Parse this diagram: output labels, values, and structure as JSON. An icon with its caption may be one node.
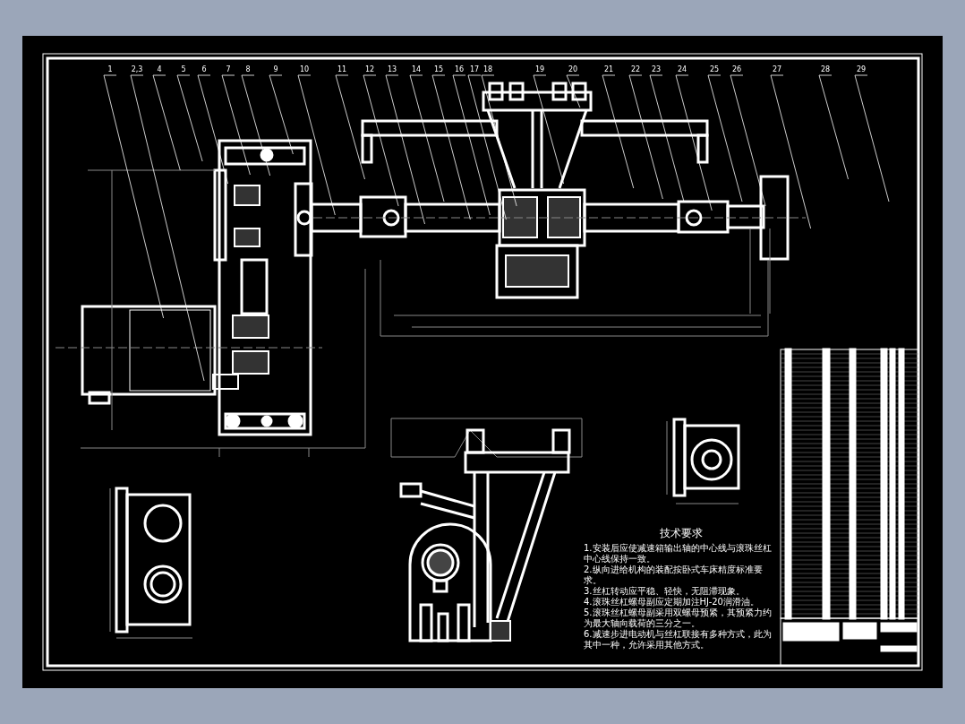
{
  "diagram": {
    "nodes": [
      {
        "text": [
          "1"
        ]
      },
      {
        "text": [
          "2,3"
        ]
      },
      {
        "text": [
          "4"
        ]
      },
      {
        "text": [
          "5"
        ]
      },
      {
        "text": [
          "6"
        ]
      },
      {
        "text": [
          "7"
        ]
      },
      {
        "text": [
          "8"
        ]
      },
      {
        "text": [
          "9"
        ]
      },
      {
        "text": [
          "10"
        ]
      },
      {
        "text": [
          "11"
        ]
      },
      {
        "text": [
          "12"
        ]
      },
      {
        "text": [
          "13"
        ]
      },
      {
        "text": [
          "14"
        ]
      },
      {
        "text": [
          "15"
        ]
      },
      {
        "text": [
          "16"
        ]
      },
      {
        "text": [
          "17"
        ]
      },
      {
        "text": [
          "18"
        ]
      },
      {
        "text": [
          "19"
        ]
      },
      {
        "text": [
          "20"
        ]
      },
      {
        "text": [
          "21"
        ]
      },
      {
        "text": [
          "22"
        ]
      },
      {
        "text": [
          "23"
        ]
      },
      {
        "text": [
          "24"
        ]
      },
      {
        "text": [
          "25"
        ]
      },
      {
        "text": [
          "26"
        ]
      },
      {
        "text": [
          "27"
        ]
      },
      {
        "text": [
          "28"
        ]
      },
      {
        "text": [
          "29"
        ]
      }
    ],
    "edges": [
      {
        "from": 0,
        "to": null,
        "arrow": "none"
      },
      {
        "from": 1,
        "to": null,
        "arrow": "none"
      },
      {
        "from": 2,
        "to": null,
        "arrow": "none"
      },
      {
        "from": 3,
        "to": null,
        "arrow": "none"
      },
      {
        "from": 4,
        "to": null,
        "arrow": "none"
      },
      {
        "from": 5,
        "to": null,
        "arrow": "none"
      },
      {
        "from": 6,
        "to": null,
        "arrow": "none"
      },
      {
        "from": 7,
        "to": null,
        "arrow": "none"
      },
      {
        "from": 8,
        "to": null,
        "arrow": "none"
      },
      {
        "from": 9,
        "to": null,
        "arrow": "none"
      },
      {
        "from": 10,
        "to": null,
        "arrow": "none"
      },
      {
        "from": 11,
        "to": null,
        "arrow": "none"
      },
      {
        "from": 12,
        "to": null,
        "arrow": "none"
      },
      {
        "from": 13,
        "to": null,
        "arrow": "none"
      },
      {
        "from": 14,
        "to": null,
        "arrow": "none"
      },
      {
        "from": 15,
        "to": null,
        "arrow": "none"
      },
      {
        "from": 16,
        "to": null,
        "arrow": "none"
      },
      {
        "from": 17,
        "to": null,
        "arrow": "none"
      },
      {
        "from": 18,
        "to": null,
        "arrow": "none"
      },
      {
        "from": 19,
        "to": null,
        "arrow": "none"
      },
      {
        "from": 20,
        "to": null,
        "arrow": "none"
      },
      {
        "from": 21,
        "to": null,
        "arrow": "none"
      },
      {
        "from": 22,
        "to": null,
        "arrow": "none"
      },
      {
        "from": 23,
        "to": null,
        "arrow": "none"
      },
      {
        "from": 24,
        "to": null,
        "arrow": "none"
      },
      {
        "from": 25,
        "to": null,
        "arrow": "none"
      },
      {
        "from": 26,
        "to": null,
        "arrow": "none"
      },
      {
        "from": 27,
        "to": null,
        "arrow": "none"
      }
    ],
    "labels": [
      "技术要求",
      "1.安装后应使减速箱输出轴的中心线与滚珠丝杠中心线保持一致。",
      "2.纵向进给机构的装配按卧式车床精度标准要求。",
      "3.丝杠转动应平稳、轻快，无阻滞现象。",
      "4.滚珠丝杠螺母副应定期加注HJ-20润滑油。",
      "5.滚珠丝杠螺母副采用双螺母预紧，其预紧力约为最大轴向载荷的三分之一。",
      "6.减速步进电动机与丝杠联接有多种方式，此为其中一种，允许采用其他方式。"
    ]
  }
}
